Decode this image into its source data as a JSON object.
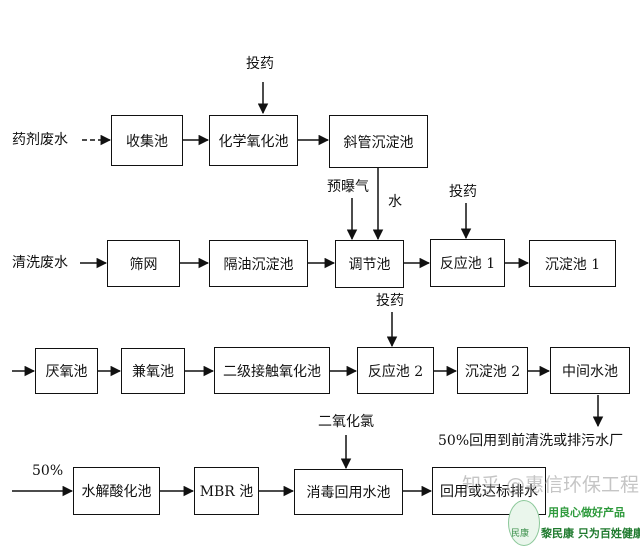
{
  "row1": {
    "input": "药剂废水",
    "boxes": [
      "收集池",
      "化学氧化池",
      "斜管沉淀池"
    ],
    "dosing": "投药"
  },
  "row2": {
    "input": "清洗废水",
    "boxes": [
      "筛网",
      "隔油沉淀池",
      "调节池",
      "反应池 1",
      "沉淀池 1"
    ],
    "preaeration": "预曝气",
    "water": "水",
    "dosing": "投药"
  },
  "row3": {
    "boxes": [
      "厌氧池",
      "兼氧池",
      "二级接触氧化池",
      "反应池 2",
      "沉淀池 2",
      "中间水池"
    ],
    "dosing": "投药",
    "output": "50%回用到前清洗或排污水厂"
  },
  "row4": {
    "input": "50%",
    "boxes": [
      "水解酸化池",
      "MBR 池",
      "消毒回用水池",
      "回用或达标排水"
    ],
    "chlorine": "二氧化氯"
  },
  "watermark": {
    "zhihu": "知乎 @惠信环保工程",
    "badge_text": "民康",
    "slogan1": "用良心做好产品",
    "slogan2": "黎民康  只为百姓健康!"
  }
}
